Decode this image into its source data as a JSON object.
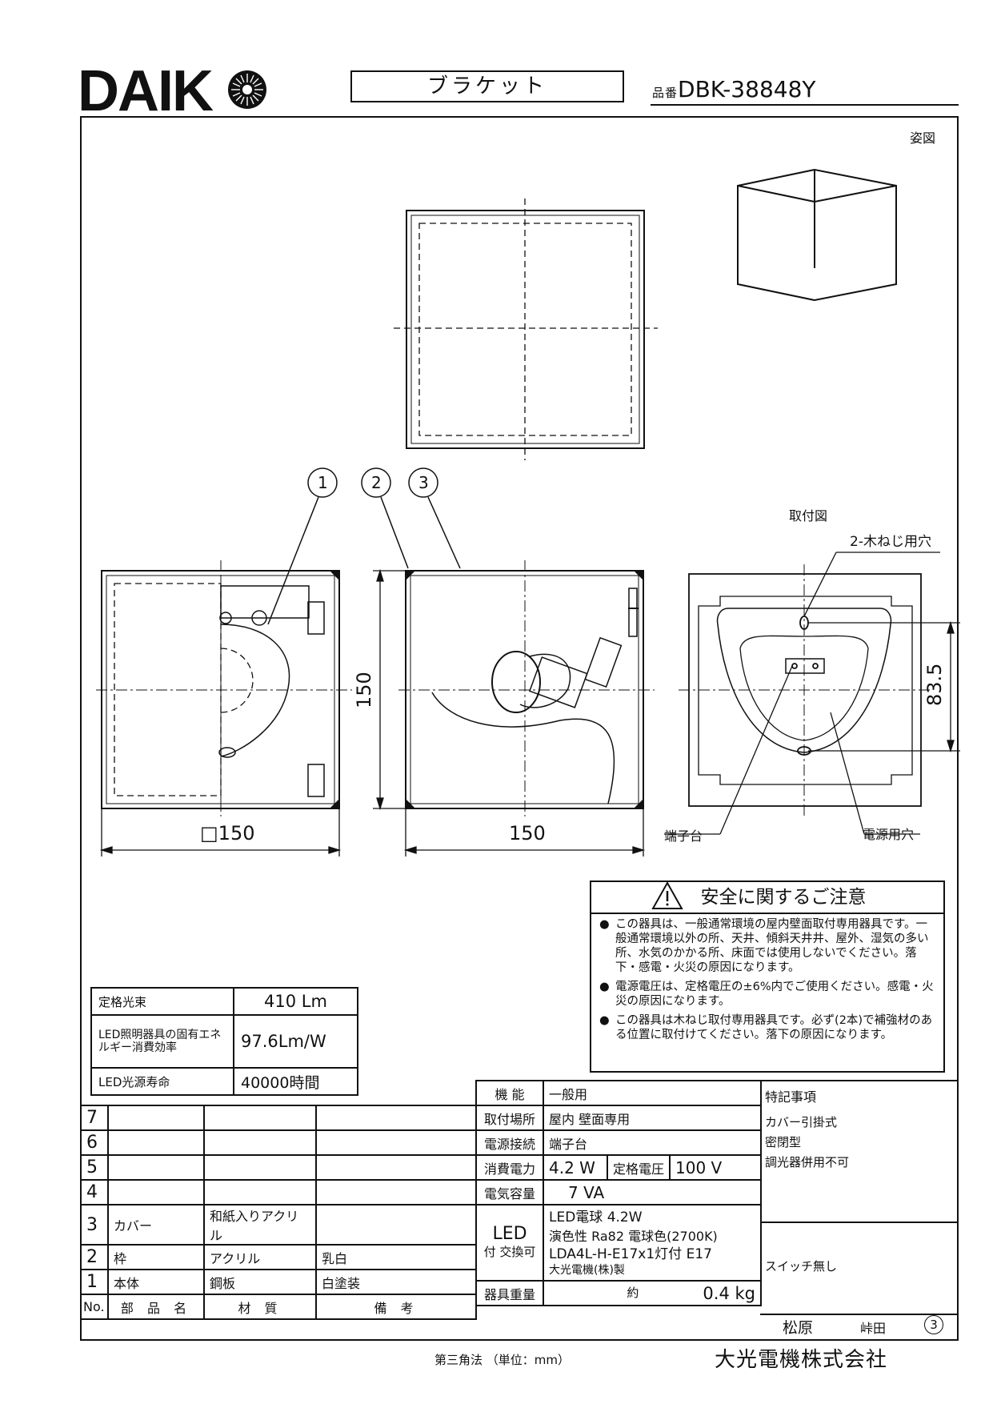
{
  "header": {
    "brand": "DAIK",
    "title": "ブラケット",
    "part_label": "品番",
    "part_number": "DBK-38848Y"
  },
  "views": {
    "iso_label": "姿図",
    "mount_label": "取付図",
    "dim_square": "□150",
    "dim_width": "150",
    "dim_height": "150",
    "dim_hole": "83.5",
    "callouts": [
      "1",
      "2",
      "3"
    ],
    "screw_holes": "2-木ねじ用穴",
    "terminal": "端子台",
    "power_hole": "電源用穴"
  },
  "safety": {
    "title": "安全に関するご注意",
    "items": [
      "この器具は、一般通常環境の屋内壁面取付専用器具です。一般通常環境以外の所、天井、傾斜天井井、屋外、湿気の多い所、水気のかかる所、床面では使用しないでください。落下・感電・火災の原因になります。",
      "電源電圧は、定格電圧の±6%内でご使用ください。感電・火災の原因になります。",
      "この器具は木ねじ取付専用器具です。必ず(2本)で補強材のある位置に取付けてください。落下の原因になります。"
    ]
  },
  "led_spec": {
    "rows": [
      {
        "label": "定格光束",
        "value": "410 Lm"
      },
      {
        "label": "LED照明器具の固有エネルギー消費効率",
        "value": "97.6Lm/W"
      },
      {
        "label": "LED光源寿命",
        "value": "40000時間"
      }
    ]
  },
  "parts": {
    "rows": [
      {
        "no": "7",
        "name": "",
        "material": "",
        "note": ""
      },
      {
        "no": "6",
        "name": "",
        "material": "",
        "note": ""
      },
      {
        "no": "5",
        "name": "",
        "material": "",
        "note": ""
      },
      {
        "no": "4",
        "name": "",
        "material": "",
        "note": ""
      },
      {
        "no": "3",
        "name": "カバー",
        "material": "和紙入りアクリル",
        "note": ""
      },
      {
        "no": "2",
        "name": "枠",
        "material": "アクリル",
        "note": "乳白"
      },
      {
        "no": "1",
        "name": "本体",
        "material": "鋼板",
        "note": "白塗装"
      }
    ],
    "header": {
      "no": "No.",
      "name": "部 品 名",
      "material": "材 質",
      "note": "備 考"
    }
  },
  "specs": {
    "function_label": "機 能",
    "function": "一般用",
    "location_label": "取付場所",
    "location": "屋内 壁面専用",
    "connection_label": "電源接続",
    "connection": "端子台",
    "power_label": "消費電力",
    "power": "4.2 W",
    "voltage_label": "定格電圧",
    "voltage": "100 V",
    "capacity_label": "電気容量",
    "capacity": "7 VA",
    "led_label": "LED",
    "led_sub": "付 交換可",
    "lamp_line1": "LED電球 4.2W",
    "lamp_line2": "演色性 Ra82 電球色(2700K)",
    "lamp_line3": "LDA4L-H-E17x1灯付 E17",
    "lamp_line4": "大光電機(株)製",
    "weight_label": "器具重量",
    "weight_approx": "約",
    "weight": "0.4 kg",
    "notes_label": "特記事項",
    "notes": [
      "カバー引掛式",
      "密閉型",
      "調光器併用不可"
    ],
    "switch": "スイッチ無し",
    "designer": "松原",
    "checker": "峠田",
    "revision": "3"
  },
  "footer": {
    "projection": "第三角法 （単位：mm）",
    "company": "大光電機株式会社"
  }
}
